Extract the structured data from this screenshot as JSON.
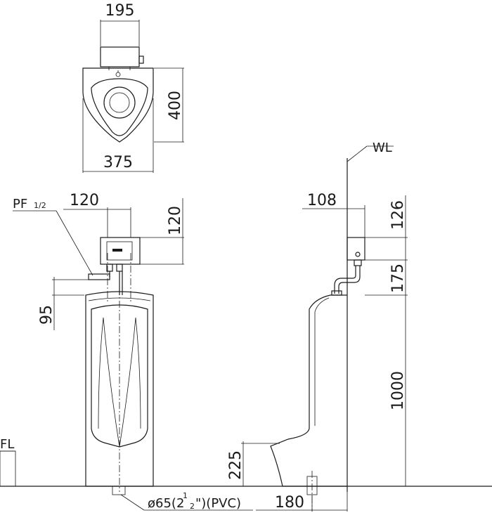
{
  "dimensions": {
    "top_width_sensor": "195",
    "top_depth": "400",
    "top_width_bowl": "375",
    "front_sensor_width": "120",
    "front_sensor_height": "120",
    "front_pipe_drop": "95",
    "side_sensor_depth": "108",
    "side_sensor_height": "126",
    "side_pipe_drop": "175",
    "side_height": "1000",
    "side_foot_height": "225",
    "side_drain_offset": "180"
  },
  "labels": {
    "wall_line": "WL",
    "pipe_fitting": "PF",
    "pipe_fitting_size": "1/2",
    "drain_prefix": "ø65(2",
    "drain_fraction_num": "1",
    "drain_fraction_den": "2",
    "drain_suffix": "\")(PVC)",
    "floor_line": "FL"
  }
}
